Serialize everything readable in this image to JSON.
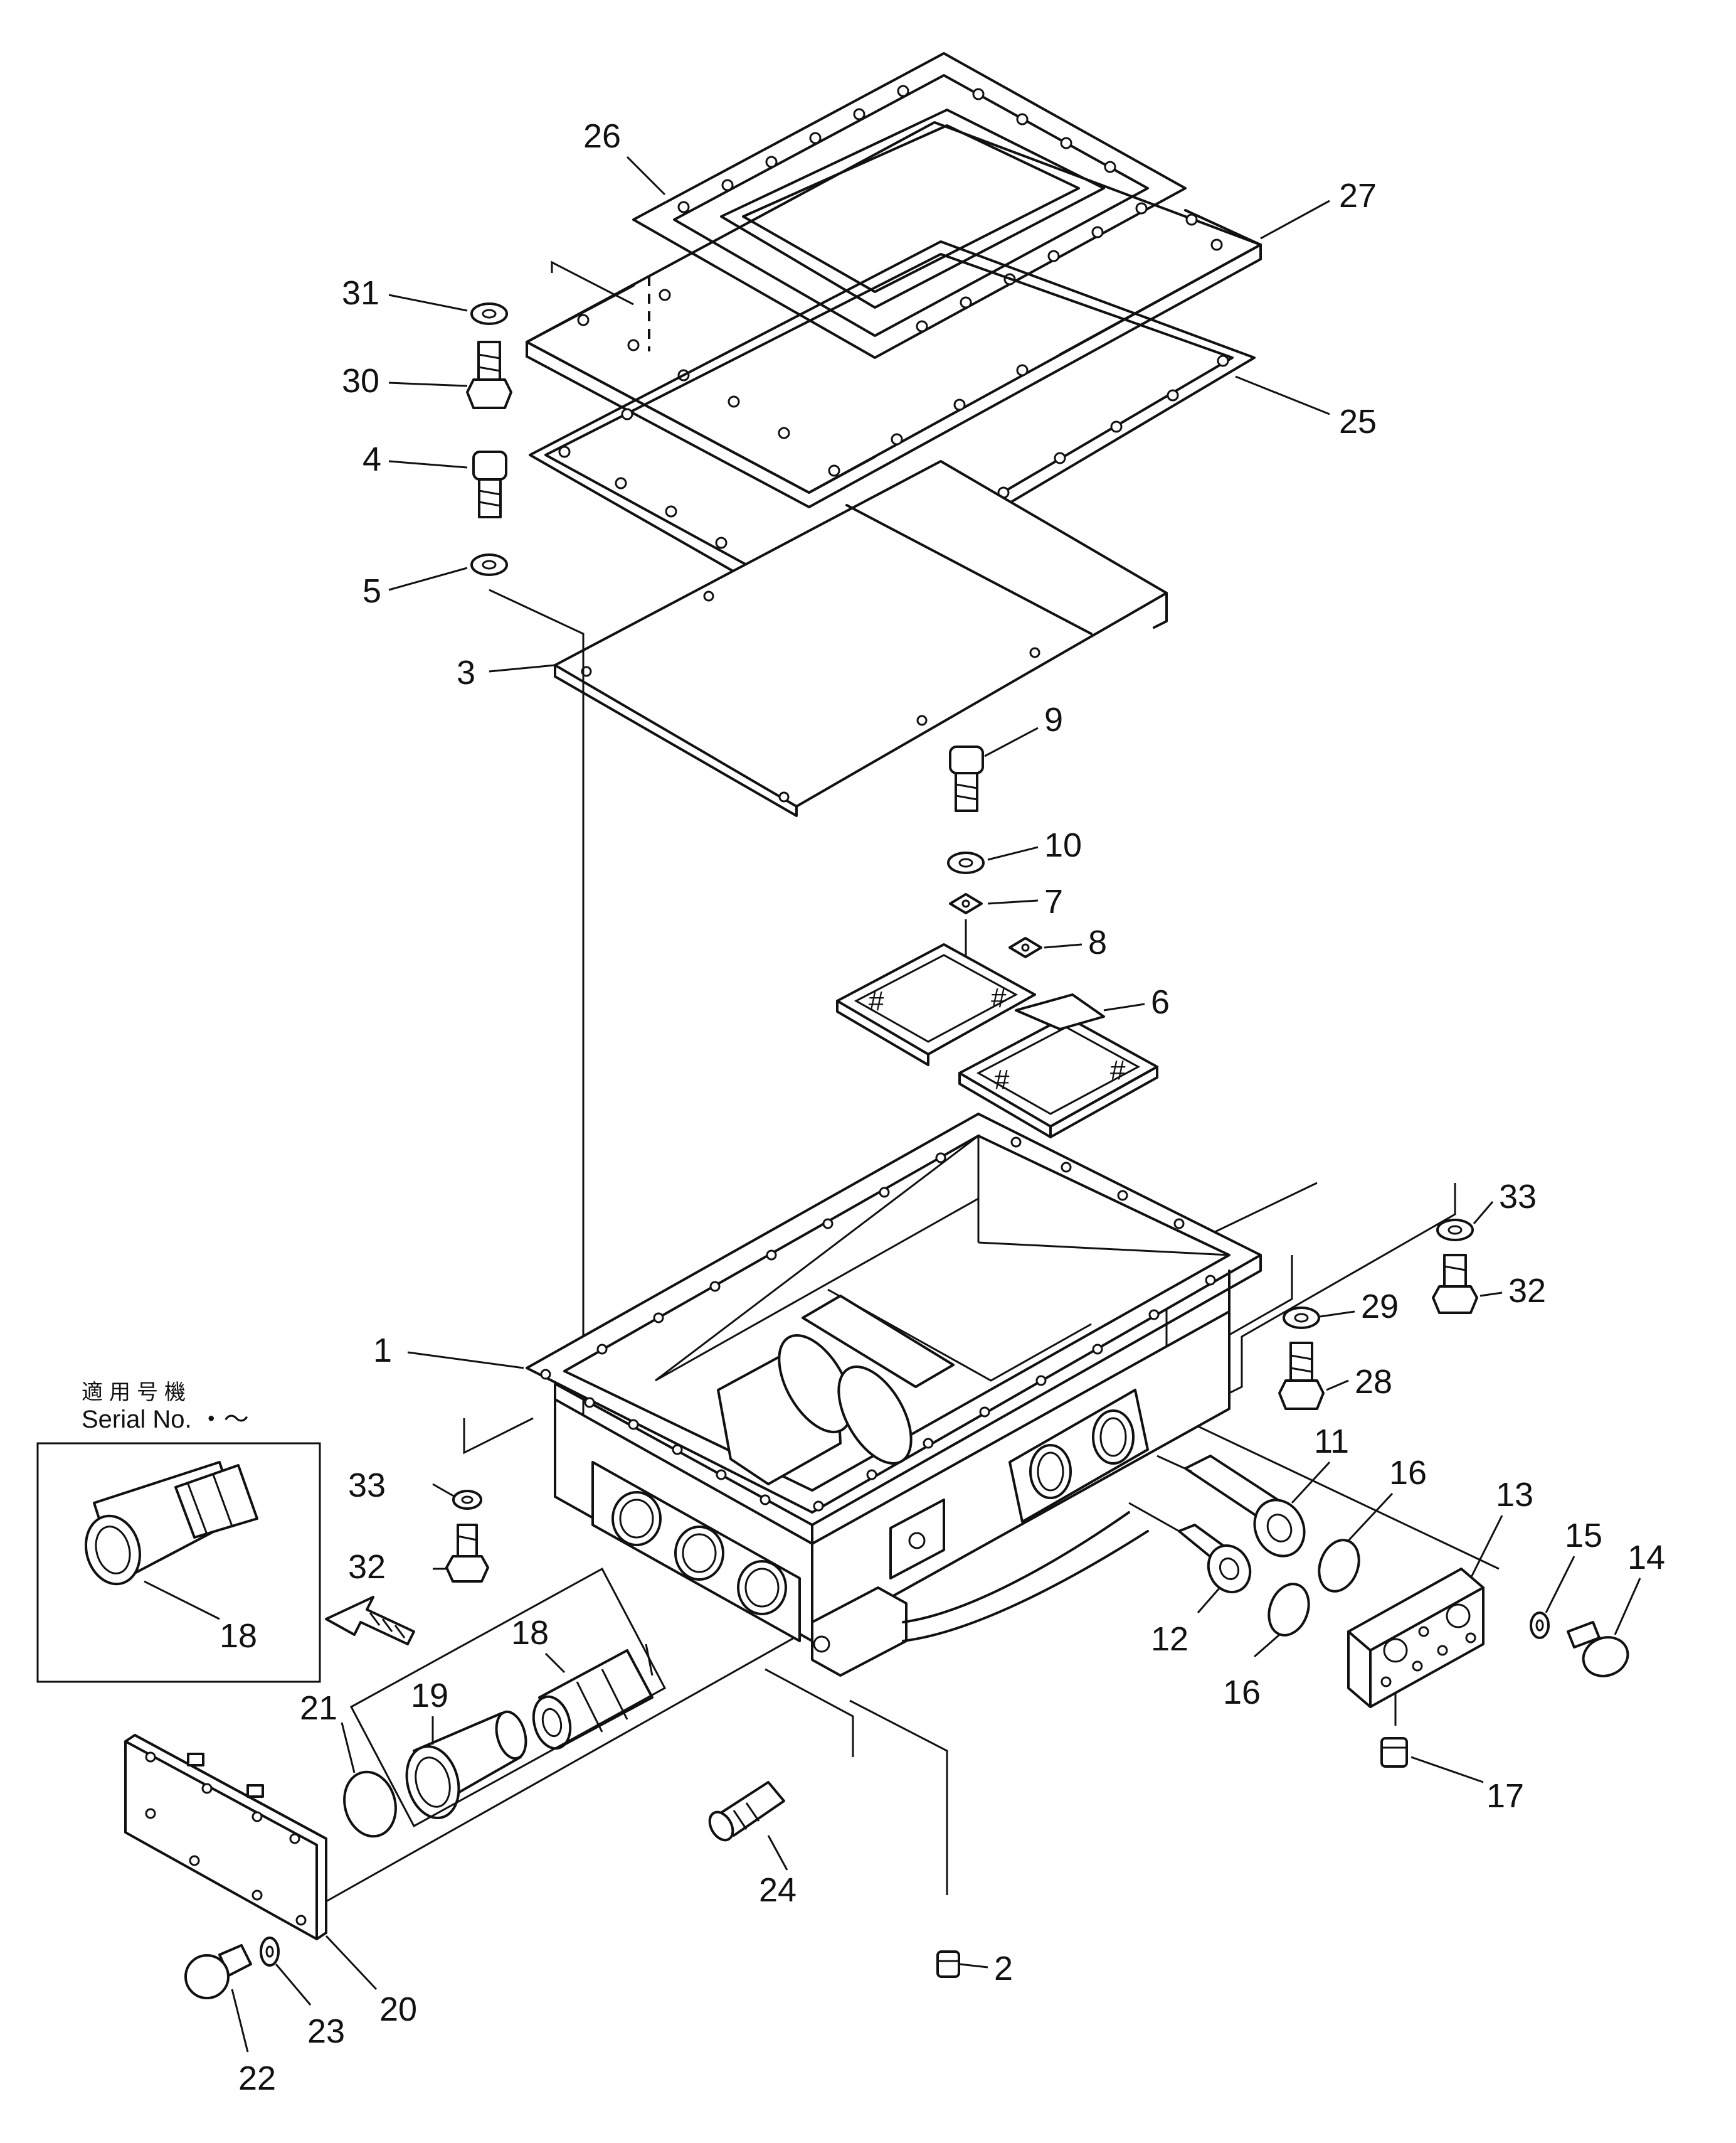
{
  "inset": {
    "caption_jp": "適用号機",
    "caption_en": "Serial No.  ・～",
    "part_label": "18"
  },
  "callouts": [
    {
      "id": "c26",
      "text": "26"
    },
    {
      "id": "c27",
      "text": "27"
    },
    {
      "id": "c31",
      "text": "31"
    },
    {
      "id": "c30",
      "text": "30"
    },
    {
      "id": "c25",
      "text": "25"
    },
    {
      "id": "c4",
      "text": "4"
    },
    {
      "id": "c5",
      "text": "5"
    },
    {
      "id": "c3",
      "text": "3"
    },
    {
      "id": "c9",
      "text": "9"
    },
    {
      "id": "c10",
      "text": "10"
    },
    {
      "id": "c7",
      "text": "7"
    },
    {
      "id": "c8",
      "text": "8"
    },
    {
      "id": "c6",
      "text": "6"
    },
    {
      "id": "c33a",
      "text": "33"
    },
    {
      "id": "c32a",
      "text": "32"
    },
    {
      "id": "c29",
      "text": "29"
    },
    {
      "id": "c28",
      "text": "28"
    },
    {
      "id": "c1",
      "text": "1"
    },
    {
      "id": "c11",
      "text": "11"
    },
    {
      "id": "c16a",
      "text": "16"
    },
    {
      "id": "c13",
      "text": "13"
    },
    {
      "id": "c15",
      "text": "15"
    },
    {
      "id": "c14",
      "text": "14"
    },
    {
      "id": "c33b",
      "text": "33"
    },
    {
      "id": "c32b",
      "text": "32"
    },
    {
      "id": "c12",
      "text": "12"
    },
    {
      "id": "c16b",
      "text": "16"
    },
    {
      "id": "c18",
      "text": "18"
    },
    {
      "id": "c19",
      "text": "19"
    },
    {
      "id": "c21",
      "text": "21"
    },
    {
      "id": "c17",
      "text": "17"
    },
    {
      "id": "c24",
      "text": "24"
    },
    {
      "id": "c2",
      "text": "2"
    },
    {
      "id": "c20",
      "text": "20"
    },
    {
      "id": "c23",
      "text": "23"
    },
    {
      "id": "c22",
      "text": "22"
    }
  ]
}
